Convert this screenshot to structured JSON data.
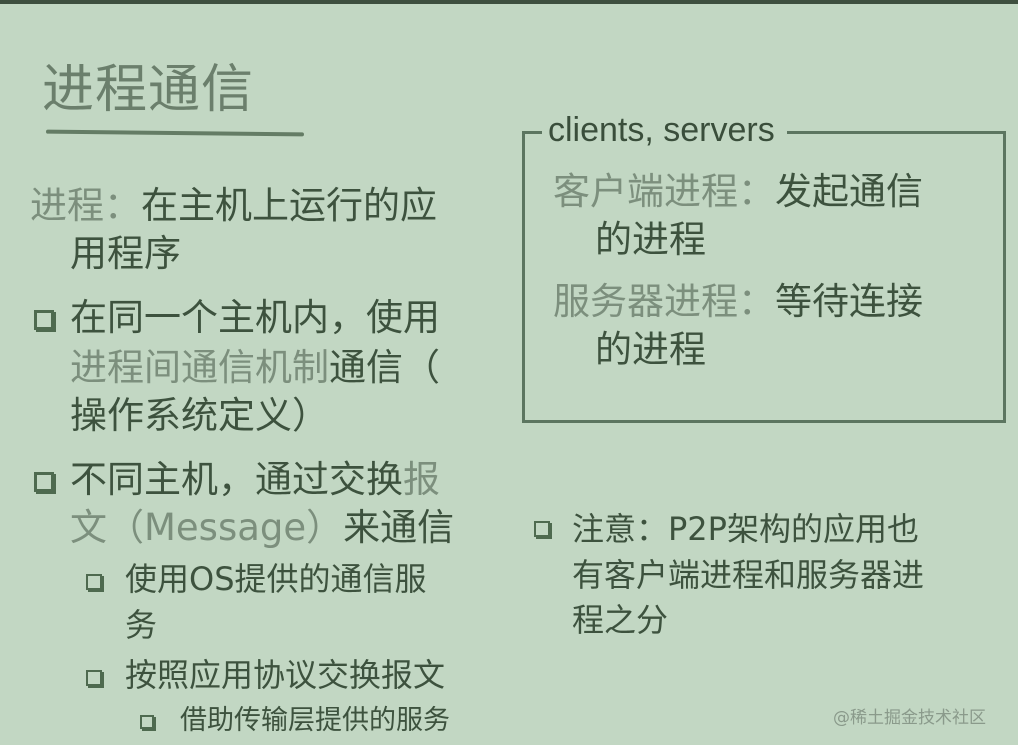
{
  "slide": {
    "title": "进程通信",
    "left": {
      "def_label": "进程：",
      "def_text": "在主机上运行的应",
      "def_cont": "用程序",
      "bullet1_line1": "在同一个主机内，使用",
      "bullet1_line2_muted": "进程间通信机制",
      "bullet1_line2_dark": "通信（",
      "bullet1_line3": "操作系统定义）",
      "bullet2_line1_dark": "不同主机，通过交换",
      "bullet2_line1_muted": "报",
      "bullet2_line2_muted": "文（Message）",
      "bullet2_line2_dark": "来通信",
      "sub1_line1": "使用OS提供的通信服",
      "sub1_line2": "务",
      "sub2": "按照应用协议交换报文",
      "subsub1": "借助传输层提供的服务"
    },
    "box": {
      "legend": "clients, servers",
      "client_label": "客户端进程：",
      "client_text": "发起通信",
      "client_cont": "的进程",
      "server_label": "服务器进程：",
      "server_text": "等待连接",
      "server_cont": "的进程"
    },
    "note": {
      "line1": "注意：P2P架构的应用也",
      "line2": "有客户端进程和服务器进",
      "line3": "程之分"
    },
    "watermark": "@稀土掘金技术社区",
    "colors": {
      "background": "#c2d7c3",
      "text_dark": "#3d523e",
      "text_muted": "#7c8f7d",
      "border": "#5c7560"
    }
  }
}
